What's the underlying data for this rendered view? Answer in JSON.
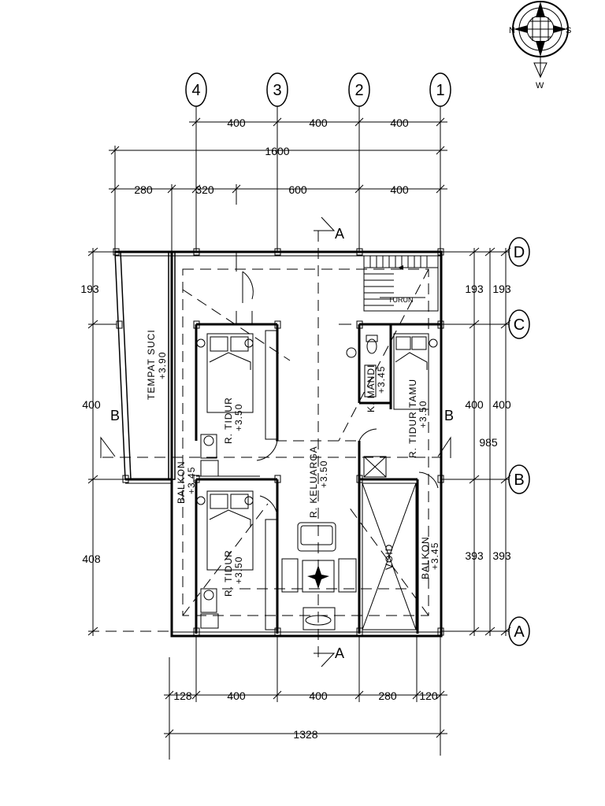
{
  "compass": {
    "north_letter": "N",
    "east_letter": "S",
    "south_letter": "W"
  },
  "grid_columns": [
    "4",
    "3",
    "2",
    "1"
  ],
  "grid_rows": [
    "D",
    "C",
    "B",
    "A"
  ],
  "top_dims": {
    "row1": [
      "400",
      "400",
      "400"
    ],
    "total": "1600",
    "row3": [
      "280",
      "320",
      "600",
      "400"
    ]
  },
  "bottom_dims": {
    "row1": [
      "128",
      "400",
      "400",
      "280",
      "120"
    ],
    "total": "1328"
  },
  "left_dims": [
    "193",
    "400",
    "408"
  ],
  "right_dims": {
    "inner": [
      "193",
      "400",
      "393"
    ],
    "outer": [
      "193",
      "400",
      "393"
    ],
    "total": "985"
  },
  "section_marks": {
    "a_top": "A",
    "a_bottom": "A",
    "b_left": "B",
    "b_right": "B"
  },
  "rooms": {
    "tempat_suci": "TEMPAT SUCI",
    "tempat_suci_level": "+3.90",
    "balkon_left": "BALKON",
    "balkon_left_level": "+3.45",
    "tidur_top": "R. TIDUR",
    "tidur_top_level": "+3.50",
    "tidur_bottom": "R. TIDUR",
    "tidur_bottom_level": "+3.50",
    "keluarga": "R. KELUARGA",
    "keluarga_level": "+3.50",
    "kamandi": "K. MANDI",
    "kamandi_level": "+3.45",
    "tidur_tamu": "R. TIDUR TAMU",
    "tidur_tamu_level": "+3.50",
    "void": "VOID",
    "balkon_right": "BALKON",
    "balkon_right_level": "+3.45",
    "turun": "TURUN"
  }
}
